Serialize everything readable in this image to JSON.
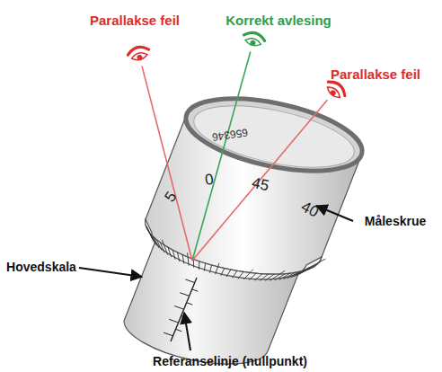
{
  "diagram": {
    "labels": [
      "Parallakse feil",
      "Korrekt avlesing",
      "Parallakse feil",
      "656346",
      "5",
      "0",
      "45",
      "40",
      "Måleskrue",
      "Hovedskala",
      "Referanselinje (nullpunkt)"
    ]
  }
}
